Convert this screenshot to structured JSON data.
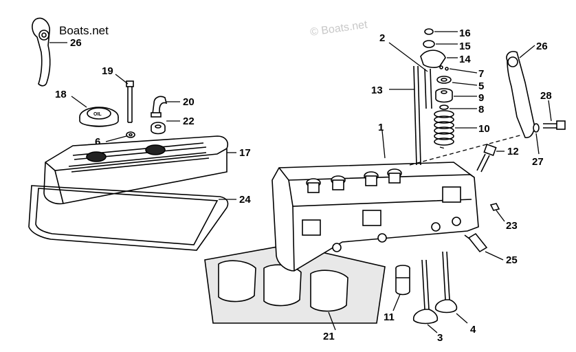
{
  "watermarks": {
    "primary": "Boats.net",
    "secondary": "© Boats.net"
  },
  "callouts": {
    "c1": "1",
    "c2": "2",
    "c3": "3",
    "c4": "4",
    "c5": "5",
    "c6": "6",
    "c7": "7",
    "c8": "8",
    "c9": "9",
    "c10": "10",
    "c11": "11",
    "c12": "12",
    "c13": "13",
    "c14": "14",
    "c15": "15",
    "c16": "16",
    "c17": "17",
    "c18": "18",
    "c19": "19",
    "c20": "20",
    "c21": "21",
    "c22": "22",
    "c23": "23",
    "c24": "24",
    "c25": "25",
    "c26a": "26",
    "c26b": "26",
    "c27": "27",
    "c28": "28"
  },
  "oil_cap_label": "OIL",
  "colors": {
    "ink": "#000000",
    "paper": "#ffffff",
    "watermark_faint": "#c8c8c8"
  }
}
